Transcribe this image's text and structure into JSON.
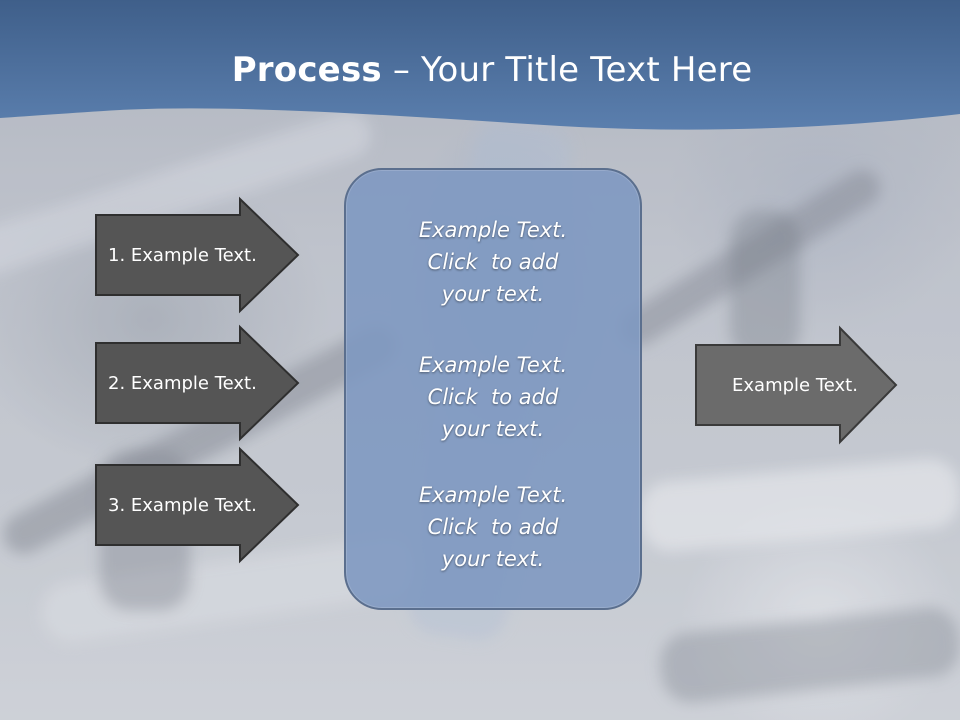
{
  "slide": {
    "title_bold": "Process",
    "title_rest": " – Your Title Text Here"
  },
  "inputs": [
    {
      "label": "1. Example Text."
    },
    {
      "label": "2. Example Text."
    },
    {
      "label": "3. Example Text."
    }
  ],
  "center": {
    "paragraphs": [
      {
        "line1": "Example Text.",
        "line2": "Click  to add",
        "line3": "your text."
      },
      {
        "line1": "Example Text.",
        "line2": "Click  to add",
        "line3": "your text."
      },
      {
        "line1": "Example Text.",
        "line2": "Click  to add",
        "line3": "your text."
      }
    ]
  },
  "output": {
    "label": "Example Text."
  },
  "colors": {
    "banner_top": "#3f5f8a",
    "banner_bottom": "#5b7fae",
    "arrow_dark": "#555555",
    "arrow_medium": "#6b6b6b",
    "center_box": "#7d97c0"
  }
}
